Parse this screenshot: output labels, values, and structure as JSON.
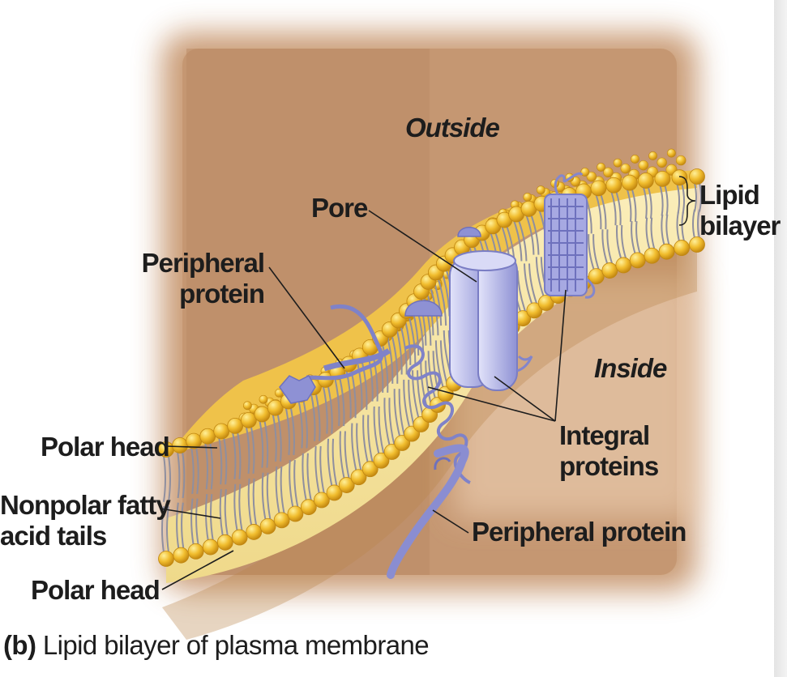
{
  "labels": {
    "outside": "Outside",
    "inside": "Inside",
    "pore": "Pore",
    "lipid_bilayer": [
      "Lipid",
      "bilayer"
    ],
    "peripheral_protein_top": [
      "Peripheral",
      "protein"
    ],
    "integral_proteins": [
      "Integral",
      "proteins"
    ],
    "peripheral_protein_bottom": "Peripheral protein",
    "polar_head_top": "Polar head",
    "nonpolar_tails": [
      "Nonpolar fatty",
      "acid tails"
    ],
    "polar_head_bottom": "Polar head"
  },
  "caption": {
    "tag": "(b)",
    "text": "Lipid bilayer of plasma membrane"
  },
  "colors": {
    "background_box": "#c99a6e",
    "lipid_head": "#e9b62a",
    "lipid_head_highlight": "#ffe27a",
    "tail": "#8f8f9f",
    "bilayer_core": "#f6e7a3",
    "protein": "#8c8fd3",
    "protein_light": "#c9cbee",
    "text": "#1d1d1d"
  }
}
